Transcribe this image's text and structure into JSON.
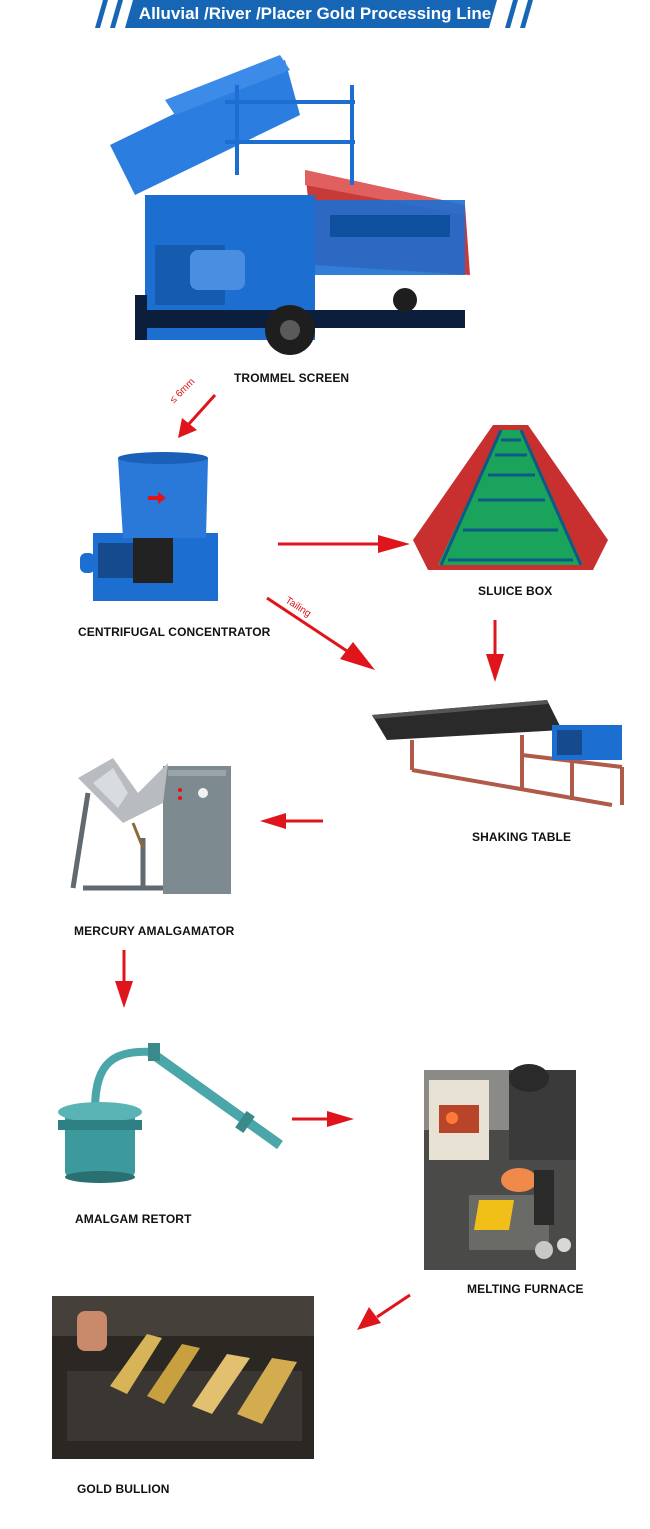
{
  "header": {
    "title": "Alluvial /River /Placer Gold Processing Line"
  },
  "steps": {
    "trommel": {
      "label": "TROMMEL SCREEN"
    },
    "centrifugal": {
      "label": "CENTRIFUGAL CONCENTRATOR"
    },
    "sluice": {
      "label": "SLUICE BOX"
    },
    "shaking": {
      "label": "SHAKING TABLE"
    },
    "mercury": {
      "label": "MERCURY AMALGAMATOR"
    },
    "retort": {
      "label": "AMALGAM RETORT"
    },
    "furnace": {
      "label": "MELTING FURNACE"
    },
    "bullion": {
      "label": "GOLD BULLION"
    }
  },
  "annotations": {
    "size": "≤ 6mm",
    "tailing": "Tailing"
  },
  "colors": {
    "banner": "#1766b5",
    "arrow": "#e0141b",
    "equipment_blue": "#1c6fd1"
  }
}
